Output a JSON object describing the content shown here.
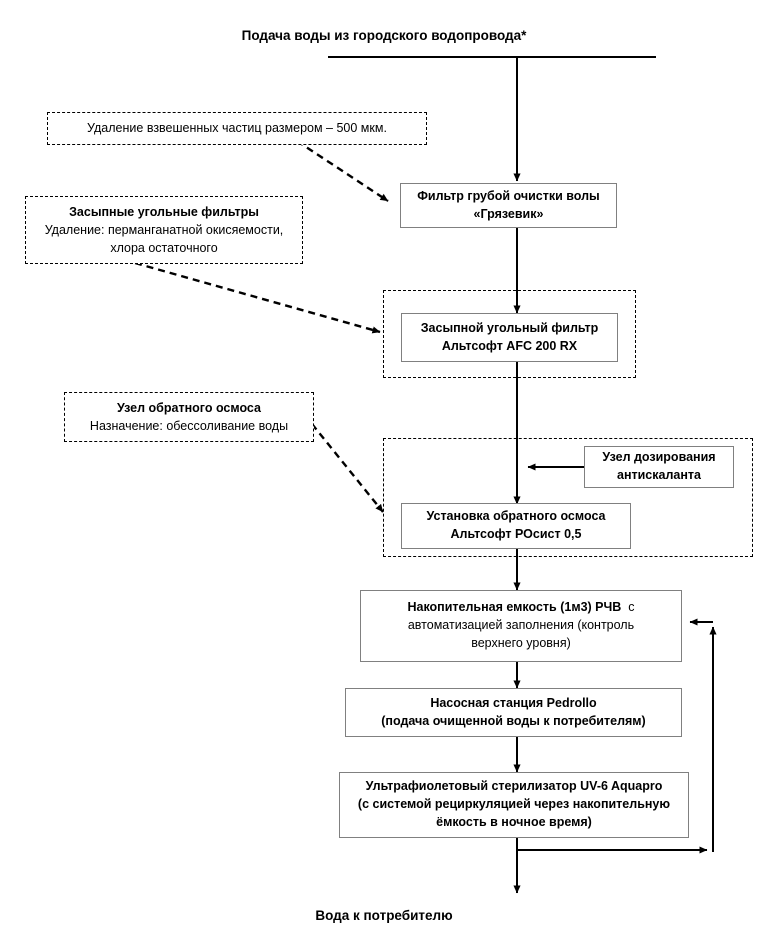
{
  "diagram": {
    "title_top": "Подача воды из городского водопровода*",
    "title_bottom": "Вода к потребителю",
    "nodes": [
      {
        "id": "coarse-filter",
        "line1": "Фильтр грубой очистки волы",
        "line2": "«Грязевик»"
      },
      {
        "id": "carbon-filter",
        "line1": "Засыпной угольный фильтр",
        "line2": "Альтсофт AFC 200 RX"
      },
      {
        "id": "antiscalant-dosing",
        "line1": "Узел дозирования",
        "line2": "антискаланта"
      },
      {
        "id": "reverse-osmosis",
        "line1": "Установка обратного осмоса",
        "line2": "Альтсофт РОсист 0,5"
      },
      {
        "id": "storage-tank",
        "line1": "Накопительная емкость (1м3) РЧВ",
        "line1b": "с",
        "line2": "автоматизацией заполнения (контроль",
        "line3": "верхнего уровня)"
      },
      {
        "id": "pump-station",
        "line1": "Насосная станция Pedrollo",
        "line2": "(подача очищенной воды к потребителям)"
      },
      {
        "id": "uv-sterilizer",
        "line1": "Ультрафиолетовый стерилизатор UV-6 Aquapro",
        "line2": "(с системой рециркуляцией через накопительную",
        "line3": "ёмкость в ночное время)"
      }
    ],
    "annotations": [
      {
        "id": "annot-suspended-particles",
        "title": "",
        "sub": "Удаление взвешенных частиц размером – 500 мкм."
      },
      {
        "id": "annot-carbon-filters",
        "title": "Засыпные угольные фильтры",
        "sub": "Удаление: перманганатной окисяемости,",
        "sub2": "хлора остаточного"
      },
      {
        "id": "annot-reverse-osmosis",
        "title": "Узел обратного осмоса",
        "sub": "Назначение: обессоливание воды"
      }
    ],
    "colors": {
      "line": "#000000",
      "box_border": "#808080",
      "background": "#ffffff"
    }
  }
}
